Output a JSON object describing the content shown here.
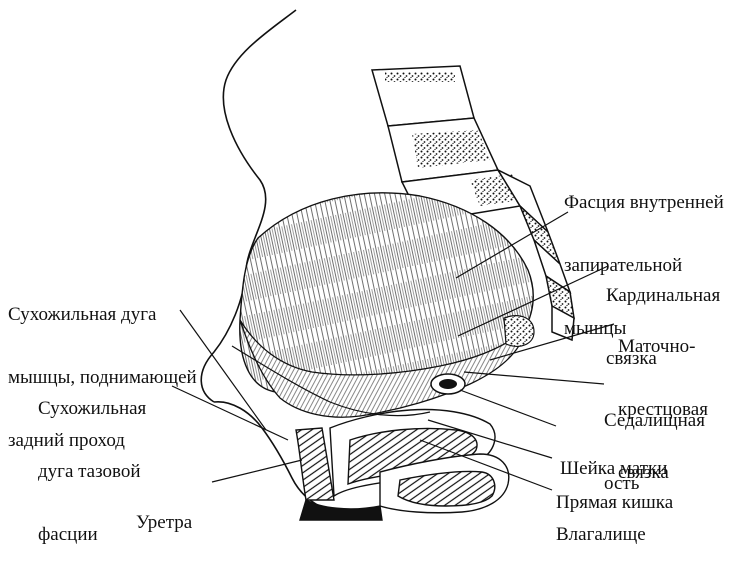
{
  "colors": {
    "ink": "#111111",
    "background": "#ffffff"
  },
  "labels": {
    "obturator_fascia": [
      "Фасция внутренней",
      "запирательной",
      "мышцы"
    ],
    "cardinal_ligament": [
      "Кардинальная",
      "связка"
    ],
    "uterosacral_ligament": [
      "Маточно-",
      "крестцовая",
      "связка"
    ],
    "ischial_spine": [
      "Седалищная",
      "ость"
    ],
    "cervix": [
      "Шейка матки"
    ],
    "rectum": [
      "Прямая кишка"
    ],
    "vagina": [
      "Влагалище"
    ],
    "urethra": [
      "Уретра"
    ],
    "levator_arch": [
      "Сухожильная дуга",
      "мышцы, поднимающей",
      "задний проход"
    ],
    "pelvic_fascia_arch": [
      "Сухожильная",
      "дуга тазовой",
      "фасции"
    ]
  }
}
